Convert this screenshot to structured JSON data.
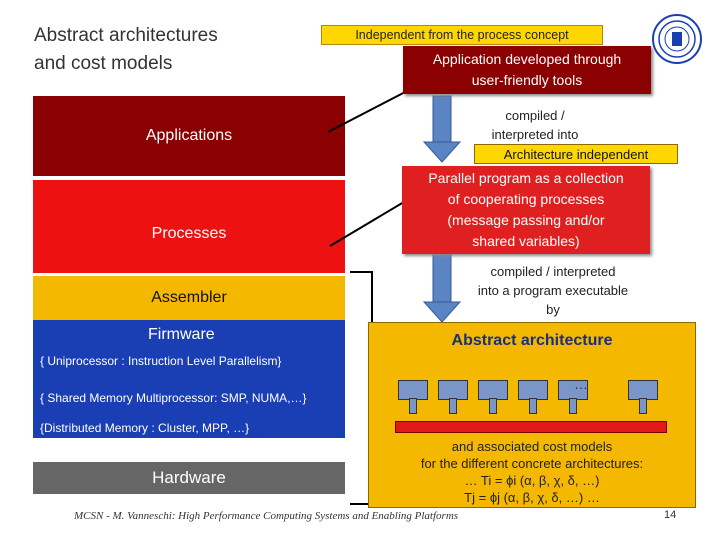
{
  "title": [
    "Abstract architectures",
    "and cost models"
  ],
  "layers": {
    "applications": "Applications",
    "processes": "Processes",
    "assembler": "Assembler",
    "firmware": "Firmware",
    "hardware": "Hardware"
  },
  "firmware_lines": [
    "{ Uniprocessor : Instruction Level Parallelism}",
    "{ Shared Memory Multiprocessor: SMP, NUMA,…}",
    "{Distributed Memory : Cluster, MPP, …}"
  ],
  "callouts": {
    "independent": "Independent from the process concept",
    "app_tools": [
      "Application developed through",
      "user-friendly tools"
    ],
    "compiled1": [
      "compiled /",
      "interpreted into"
    ],
    "arch_independent": "Architecture independent",
    "parallel_program": [
      "Parallel program as a collection",
      "of cooperating processes",
      "(message passing and/or",
      "shared variables)"
    ],
    "compiled2": [
      "compiled / interpreted",
      "into a program executable",
      "by"
    ],
    "abstract_arch": "Abstract architecture",
    "ellipsis": "…",
    "cost_models": [
      "and associated cost models",
      "for the different concrete architectures:",
      "… Ti = ϕi (α, β, χ, δ, …)",
      "Tj = ϕj (α, β, χ, δ, …) …"
    ]
  },
  "footer": "MCSN - M. Vanneschi: High Performance Computing Systems and Enabling Platforms",
  "page_number": "14",
  "colors": {
    "applications": "#8b0000",
    "processes": "#ee1111",
    "assembler": "#f5b800",
    "firmware": "#1a3fb4",
    "hardware": "#666666"
  }
}
